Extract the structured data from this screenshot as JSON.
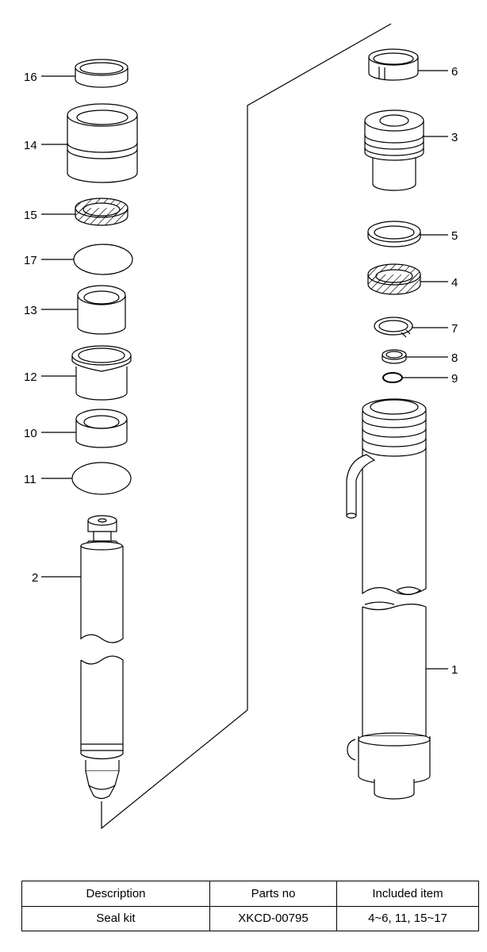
{
  "callouts": {
    "c16": "16",
    "c14": "14",
    "c15": "15",
    "c17": "17",
    "c13": "13",
    "c12": "12",
    "c10": "10",
    "c11": "11",
    "c2": "2",
    "c6": "6",
    "c3": "3",
    "c5": "5",
    "c4": "4",
    "c7": "7",
    "c8": "8",
    "c9": "9",
    "c1": "1"
  },
  "table": {
    "headers": [
      "Description",
      "Parts no",
      "Included item"
    ],
    "rows": [
      [
        "Seal kit",
        "XKCD-00795",
        "4~6, 11, 15~17"
      ]
    ]
  }
}
